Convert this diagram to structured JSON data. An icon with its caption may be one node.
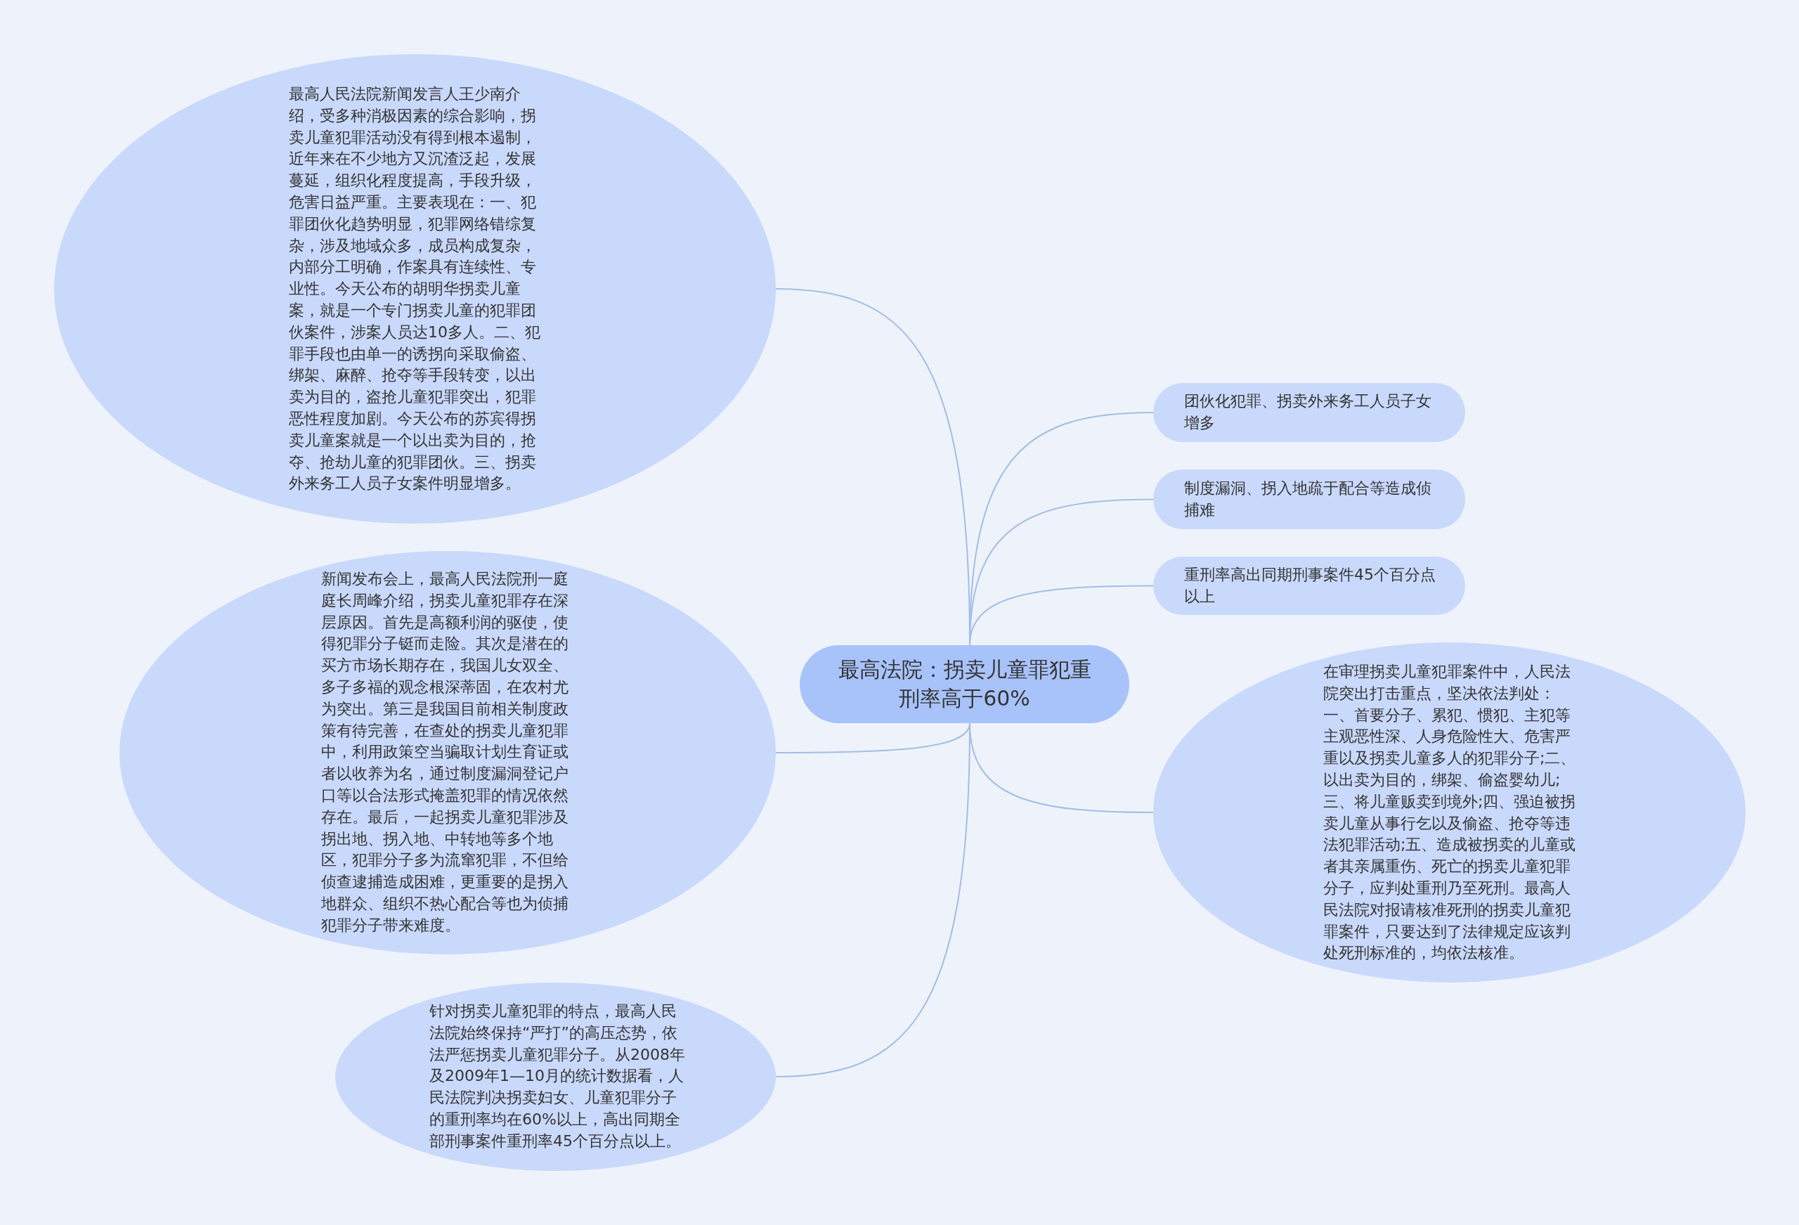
{
  "diagram": {
    "nodes": [
      {
        "text": [
          "最高法院：拐卖儿童罪犯重刑率高于60%"
        ]
      },
      {
        "text": [
          "最高人民法院新闻发言人王少南介绍，受多种消极因素的综合影响，拐卖儿童犯罪活动没有得到根本遏制，近年来在不少地方又沉渣泛起，发展蔓延，组织化程度提高，手段升级，危害日益严重。主要表现在：一、犯罪团伙化趋势明显，犯罪网络错综复杂，涉及地域众多，成员构成复杂，内部分工明确，作案具有连续性、专业性。今天公布的胡明华拐卖儿童案，就是一个专门拐卖儿童的犯罪团伙案件，涉案人员达10多人。二、犯罪手段也由单一的诱拐向采取偷盗、绑架、麻醉、抢夺等手段转变，以出卖为目的，盗抢儿童犯罪突出，犯罪恶性程度加剧。今天公布的苏宾得拐卖儿童案就是一个以出卖为目的，抢夺、抢劫儿童的犯罪团伙。三、拐卖外来务工人员子女案件明显增多。"
        ]
      },
      {
        "text": [
          "新闻发布会上，最高人民法院刑一庭庭长周峰介绍，拐卖儿童犯罪存在深层原因。首先是高额利润的驱使，使得犯罪分子铤而走险。其次是潜在的买方市场长期存在，我国儿女双全、多子多福的观念根深蒂固，在农村尤为突出。第三是我国目前相关制度政策有待完善，在查处的拐卖儿童犯罪中，利用政策空当骗取计划生育证或者以收养为名，通过制度漏洞登记户口等以合法形式掩盖犯罪的情况依然存在。最后，一起拐卖儿童犯罪涉及拐出地、拐入地、中转地等多个地区，犯罪分子多为流窜犯罪，不但给侦查逮捕造成困难，更重要的是拐入地群众、组织不热心配合等也为侦捕犯罪分子带来难度。"
        ]
      },
      {
        "text": [
          "针对拐卖儿童犯罪的特点，最高人民法院始终保持“严打”的高压态势，依法严惩拐卖儿童犯罪分子。从2008年及2009年1—10月的统计数据看，人民法院判决拐卖妇女、儿童犯罪分子的重刑率均在60%以上，高出同期全部刑事案件重刑率45个百分点以上。"
        ]
      },
      {
        "text": [
          "团伙化犯罪、拐卖外来务工人员子女增多"
        ]
      },
      {
        "text": [
          "制度漏洞、拐入地疏于配合等造成侦捕难"
        ]
      },
      {
        "text": [
          "重刑率高出同期刑事案件45个百分点以上"
        ]
      },
      {
        "text": [
          "在审理拐卖儿童犯罪案件中，人民法院突出打击重点，坚决依法判处：一、首要分子、累犯、惯犯、主犯等主观恶性深、人身危险性大、危害严重以及拐卖儿童多人的犯罪分子;二、以出卖为目的，绑架、偷盗婴幼儿;三、将儿童贩卖到境外;四、强迫被拐卖儿童从事行乞以及偷盗、抢夺等违法犯罪活动;五、造成被拐卖的儿童或者其亲属重伤、死亡的拐卖儿童犯罪分子，应判处重刑乃至死刑。最高人民法院对报请核准死刑的拐卖儿童犯罪案件，只要达到了法律规定应该判处死刑标准的，均依法核准。"
        ]
      }
    ],
    "edges": [
      {
        "from": 0,
        "to": 1,
        "arrow": "none"
      },
      {
        "from": 0,
        "to": 2,
        "arrow": "none"
      },
      {
        "from": 0,
        "to": 3,
        "arrow": "none"
      },
      {
        "from": 0,
        "to": 4,
        "arrow": "none"
      },
      {
        "from": 0,
        "to": 5,
        "arrow": "none"
      },
      {
        "from": 0,
        "to": 6,
        "arrow": "none"
      },
      {
        "from": 0,
        "to": 7,
        "arrow": "none"
      }
    ]
  }
}
